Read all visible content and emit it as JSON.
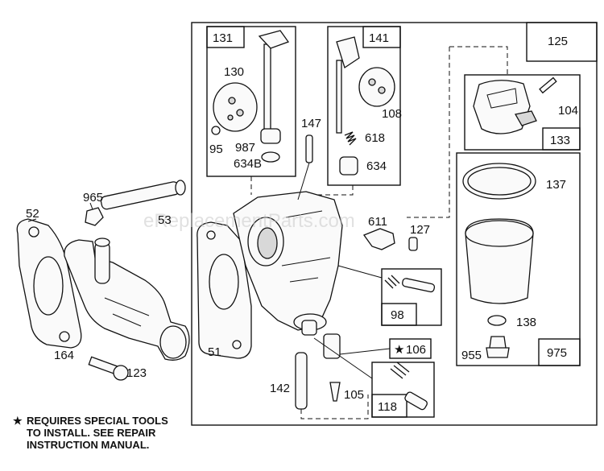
{
  "watermark": "eReplacementParts.com",
  "labels": {
    "p131": "131",
    "p141": "141",
    "p125": "125",
    "p130": "130",
    "p95": "95",
    "p987": "987",
    "p634b": "634B",
    "p147": "147",
    "p108": "108",
    "p618": "618",
    "p634": "634",
    "p104": "104",
    "p133": "133",
    "p137": "137",
    "p138": "138",
    "p955": "955",
    "p975": "975",
    "p965": "965",
    "p52": "52",
    "p53": "53",
    "p611": "611",
    "p127": "127",
    "p51": "51",
    "p98": "98",
    "p106": "106",
    "p164": "164",
    "p123": "123",
    "p142": "142",
    "p105": "105",
    "p118": "118"
  },
  "note": {
    "line1": "REQUIRES SPECIAL TOOLS",
    "line2": "TO INSTALL.  SEE REPAIR",
    "line3": "INSTRUCTION MANUAL."
  }
}
